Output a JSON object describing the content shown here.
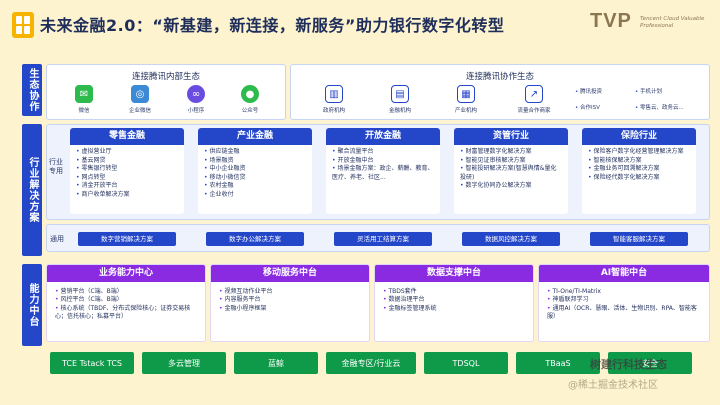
{
  "header": {
    "title": "未来金融2.0：“新基建，新连接，新服务”助力银行数字化转型",
    "brand": "TVP",
    "brand_sub": "Tencent Cloud Valuable Professional"
  },
  "side_labels": {
    "ecosystem": "生态协作",
    "industry": "行业解决方案",
    "capability": "能力中台"
  },
  "ecosystem": {
    "internal_title": "连接腾讯内部生态",
    "internal_items": [
      {
        "label": "微信",
        "icon": "wechat-icon"
      },
      {
        "label": "企业微信",
        "icon": "wecom-icon"
      },
      {
        "label": "小程序",
        "icon": "mini-program-icon"
      },
      {
        "label": "公众号",
        "icon": "official-account-icon"
      }
    ],
    "external_title": "连接腾讯协作生态",
    "external_items": [
      {
        "label": "政府机构",
        "icon": "government-icon"
      },
      {
        "label": "金融机构",
        "icon": "bank-icon"
      },
      {
        "label": "产业机构",
        "icon": "industry-icon"
      },
      {
        "label": "流量合作商家",
        "icon": "chart-icon"
      }
    ],
    "external_list_a": [
      "腾讯投资",
      "合作ISV"
    ],
    "external_list_b": [
      "手机计划",
      "零售云、政务云..."
    ]
  },
  "industry": {
    "sub_label": "行业专用",
    "columns": [
      {
        "title": "零售金融",
        "items": [
          "虚拟营业厅",
          "基云网贷",
          "零售银行转型",
          "网点转型",
          "消金开放平台",
          "商户收单解决方案"
        ]
      },
      {
        "title": "产业金融",
        "items": [
          "供应链金融",
          "场景融资",
          "中小企业融资",
          "移动小微信贷",
          "农村金融",
          "企业收付"
        ]
      },
      {
        "title": "开放金融",
        "items": [
          "聚合流量平台",
          "开放金融中台",
          "场景金融方案：政企、薪酬、教育、医疗、养老、社区..."
        ]
      },
      {
        "title": "资管行业",
        "items": [
          "财富管理数字化解决方案",
          "智能见证审核解决方案",
          "智能投研解决方案(智慧舆情&量化投研)",
          "数字化协同办公解决方案"
        ]
      },
      {
        "title": "保险行业",
        "items": [
          "保险客户数字化经营管理解决方案",
          "智能核保解决方案",
          "金融业务可回溯解决方案",
          "保险经代数字化解决方案"
        ]
      }
    ],
    "general_label": "通用",
    "general_items": [
      "数字营销解决方案",
      "数字办公解决方案",
      "灵活用工结算方案",
      "数据风控解决方案",
      "智能客服解决方案"
    ]
  },
  "capability": {
    "centers": [
      {
        "title": "业务能力中心",
        "items": [
          "营销平台（C端、B端）",
          "风控平台（C端、B端）",
          "核心系统（TBDF、分布式保险核心；证券交易核心；信托核心；私募平台）"
        ]
      },
      {
        "title": "移动服务中台",
        "items": [
          "视频互动作业平台",
          "内容服务平台",
          "金融小程序框架"
        ]
      },
      {
        "title": "数据支撑中台",
        "items": [
          "TBDS套件",
          "数据治理平台",
          "金融标签管理系统"
        ]
      },
      {
        "title": "AI智能中台",
        "items": [
          "TI-One/TI-Matrix",
          "神盾联邦学习",
          "通用AI（OCR、慧眼、活体、生物识别、RPA、智能客服）"
        ]
      }
    ]
  },
  "infrastructure": [
    "TCE Tstack TCS",
    "多云管理",
    "蓝鲸",
    "金融专区/行业云",
    "TDSQL",
    "TBaaS",
    "安全"
  ],
  "watermark": "@稀土掘金技术社区",
  "brand_watermark": "树建行科技生态"
}
